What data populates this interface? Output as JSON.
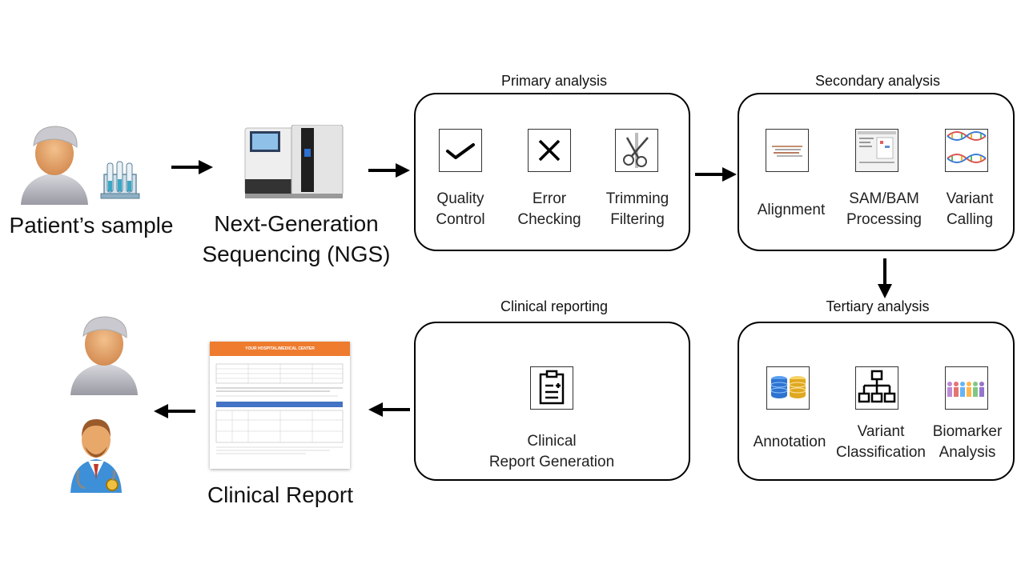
{
  "patient_sample": {
    "label": "Patient’s sample"
  },
  "ngs": {
    "line1": "Next-Generation",
    "line2": "Sequencing (NGS)"
  },
  "primary": {
    "title": "Primary analysis",
    "steps": [
      {
        "line1": "Quality",
        "line2": "Control",
        "icon": "checkmark-icon"
      },
      {
        "line1": "Error",
        "line2": "Checking",
        "icon": "x-mark-icon"
      },
      {
        "line1": "Trimming",
        "line2": "Filtering",
        "icon": "scissors-icon"
      }
    ]
  },
  "secondary": {
    "title": "Secondary analysis",
    "steps": [
      {
        "line1": "Alignment",
        "line2": "",
        "icon": "alignment-icon"
      },
      {
        "line1": "SAM/BAM",
        "line2": "Processing",
        "icon": "sam-bam-screenshot-icon"
      },
      {
        "line1": "Variant",
        "line2": "Calling",
        "icon": "dna-helix-icon"
      }
    ]
  },
  "tertiary": {
    "title": "Tertiary analysis",
    "steps": [
      {
        "line1": "Annotation",
        "line2": "",
        "icon": "database-icon"
      },
      {
        "line1": "Variant",
        "line2": "Classification",
        "icon": "hierarchy-icon"
      },
      {
        "line1": "Biomarker",
        "line2": "Analysis",
        "icon": "people-icon"
      }
    ]
  },
  "clinical_reporting": {
    "title": "Clinical reporting",
    "step": {
      "line1": "Clinical",
      "line2": "Report Generation",
      "icon": "clipboard-icon"
    }
  },
  "clinical_report": {
    "label": "Clinical Report",
    "doc_header": "YOUR HOSPITAL/MEDICAL CENTER"
  },
  "colors": {
    "report_header": "#ee7b2e",
    "report_band": "#4472c4"
  }
}
